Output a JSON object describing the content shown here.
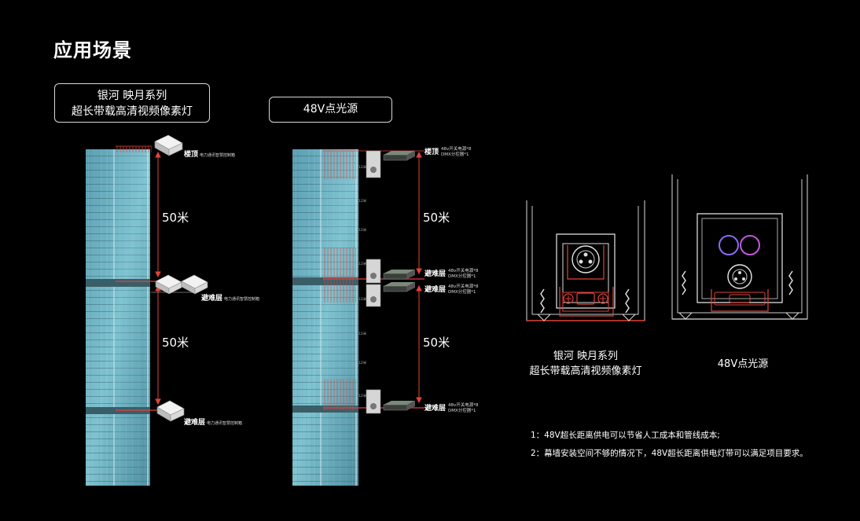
{
  "page": {
    "title": "应用场景"
  },
  "panel1": {
    "label_line1": "银河 映月系列",
    "label_line2": "超长带载高清视频像素灯",
    "top_label": "楼顶",
    "top_sub": "电力通讯智慧控制箱",
    "mid_label": "避难层",
    "mid_sub": "电力通讯智慧控制箱",
    "bot_label": "避难层",
    "bot_sub": "电力通讯智慧控制箱",
    "dist_upper": "50米",
    "dist_lower": "50米"
  },
  "panel2": {
    "label": "48V点光源",
    "top_label": "楼顶",
    "top_sub1": "48v开关电源*8",
    "top_sub2": "DMX分控器*1",
    "mid1_label": "避难层",
    "mid1_sub1": "48v开关电源*8",
    "mid1_sub2": "DMX分控器*1",
    "mid2_label": "避难层",
    "mid2_sub1": "48v开关电源*8",
    "mid2_sub2": "DMX分控器*1",
    "bot_label": "避难层",
    "bot_sub1": "48v开关电源*8",
    "bot_sub2": "DMX分控器*1",
    "dist_upper": "50米",
    "dist_lower": "50米",
    "floor_tag": "12米"
  },
  "profiles": {
    "left_caption_line1": "银河 映月系列",
    "left_caption_line2": "超长带载高清视频像素灯",
    "right_caption": "48V点光源"
  },
  "notes": [
    "1：48V超长距离供电可以节省人工成本和管线成本;",
    "2：幕墙安装空间不够的情况下，48V超长距离供电灯带可以满足项目要求。"
  ],
  "colors": {
    "accent_red": "#e0433a",
    "building_cyan": "#6fb9c9",
    "line_white": "#e6e6e6"
  }
}
